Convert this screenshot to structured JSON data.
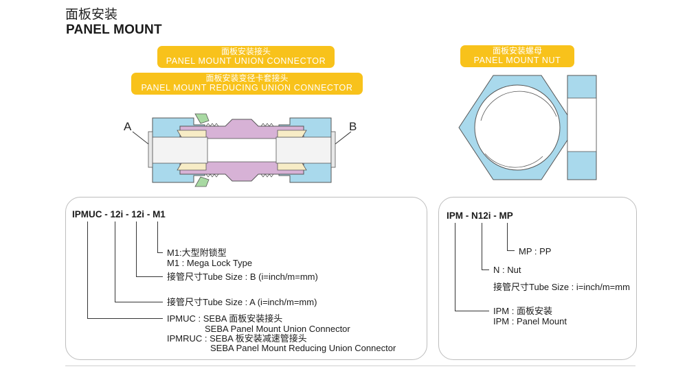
{
  "header": {
    "title_cn": "面板安装",
    "title_en": "PANEL MOUNT"
  },
  "labels": {
    "union_cn": "面板安装接头",
    "union_en": "PANEL MOUNT UNION CONNECTOR",
    "reducing_cn": "面板安装变径卡套接头",
    "reducing_en": "PANEL MOUNT REDUCING UNION CONNECTOR",
    "nut_cn": "面板安装螺母",
    "nut_en": "PANEL MOUNT NUT"
  },
  "drawing": {
    "end_a": "A",
    "end_b": "B"
  },
  "left_code": {
    "part1": "IPMUC",
    "sep1": " - ",
    "part2": "12i",
    "sep2": " - ",
    "part3": "12i",
    "sep3": " - ",
    "part4": "M1",
    "m1_cn": "M1:大型附锁型",
    "m1_en": "M1 : Mega Lock Type",
    "size_b": "接管尺寸Tube Size : B (i=inch/m=mm)",
    "size_a": "接管尺寸Tube Size : A (i=inch/m=mm)",
    "ipmuc_cn": "IPMUC : SEBA 面板安装接头",
    "ipmuc_en": "SEBA Panel Mount Union Connector",
    "ipmruc_cn": "IPMRUC : SEBA 板安装减速管接头",
    "ipmruc_en": "SEBA Panel Mount Reducing Union Connector"
  },
  "right_code": {
    "part1": "IPM",
    "sep1": " - ",
    "part2": "N12i",
    "sep2": " - ",
    "part3": "MP",
    "mp": "MP : PP",
    "n_nut": "N : Nut",
    "size": "接管尺寸Tube Size : i=inch/m=mm",
    "ipm_cn": "IPM : 面板安装",
    "ipm_en": "IPM : Panel Mount"
  },
  "colors": {
    "label_bg": "#f8c21b",
    "body_blue": "#a9d9ec",
    "body_purple": "#d7b2d6",
    "ferrule_cream": "#f7ecc6",
    "seal_green": "#a8d9a2"
  }
}
